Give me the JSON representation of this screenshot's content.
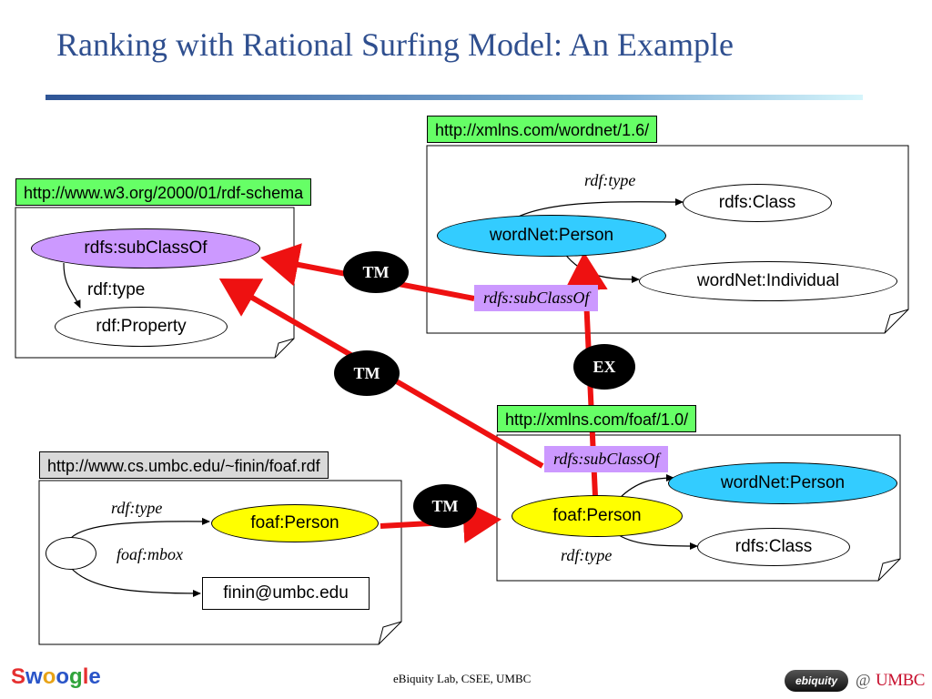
{
  "title": "Ranking with Rational Surfing Model: An Example",
  "wordnet": {
    "uri": "http://xmlns.com/wordnet/1.6/",
    "person": "wordNet:Person",
    "class": "rdfs:Class",
    "individual": "wordNet:Individual",
    "type_label": "rdf:type",
    "subclass_label": "rdfs:subClassOf"
  },
  "rdfschema": {
    "uri": "http://www.w3.org/2000/01/rdf-schema",
    "subclassof": "rdfs:subClassOf",
    "type_label": "rdf:type",
    "property": "rdf:Property"
  },
  "foaf": {
    "uri": "http://xmlns.com/foaf/1.0/",
    "person": "foaf:Person",
    "wn_person": "wordNet:Person",
    "class": "rdfs:Class",
    "type_label": "rdf:type",
    "subclass_label": "rdfs:subClassOf"
  },
  "finin": {
    "uri": "http://www.cs.umbc.edu/~finin/foaf.rdf",
    "person": "foaf:Person",
    "email": "finin@umbc.edu",
    "type_label": "rdf:type",
    "mbox_label": "foaf:mbox"
  },
  "badges": {
    "tm": "TM",
    "ex": "EX"
  },
  "footer": {
    "center": "eBiquity Lab, CSEE, UMBC",
    "swoogle_letters": [
      "S",
      "w",
      "o",
      "o",
      "g",
      "l",
      "e"
    ],
    "ebiquity": "ebiquity",
    "at": "@",
    "umbc": "UMBC"
  },
  "colors": {
    "title": "#2f4f8f",
    "arrow": "#ee1111",
    "uri_green": "#66ff66",
    "uri_gray": "#d9d9d9",
    "lavender": "#cc99ff",
    "cyan": "#33ccff",
    "yellow": "#ffff00"
  }
}
